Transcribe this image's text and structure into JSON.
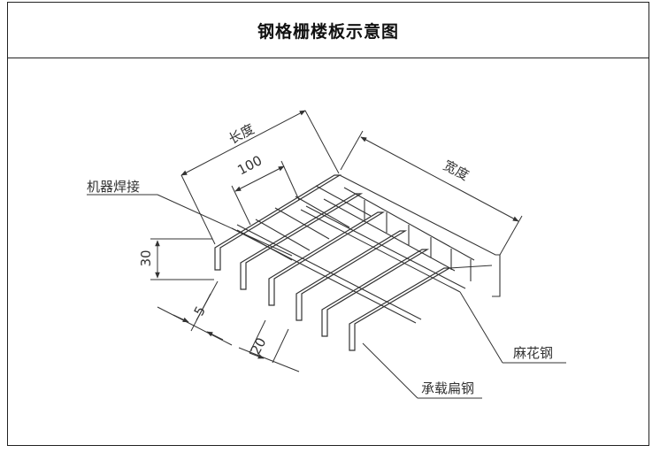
{
  "title": "钢格栅楼板示意图",
  "labels": {
    "length": "长度",
    "width": "宽度",
    "pitch": "100",
    "weld": "机器焊接",
    "height": "30",
    "thickness": "5",
    "bar_width": "20",
    "twisted_bar": "麻花钢",
    "bearing_bar": "承载扁钢"
  }
}
